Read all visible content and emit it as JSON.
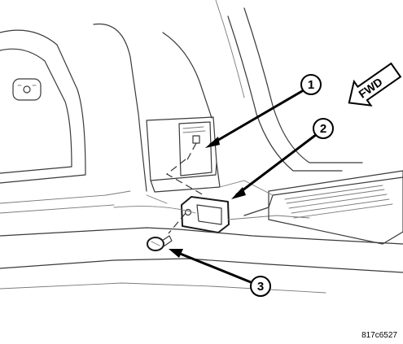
{
  "diagram": {
    "callouts": [
      {
        "label": "1"
      },
      {
        "label": "2"
      },
      {
        "label": "3"
      }
    ],
    "direction_indicator": {
      "label": "FWD"
    },
    "figure_id": "817c6527"
  }
}
